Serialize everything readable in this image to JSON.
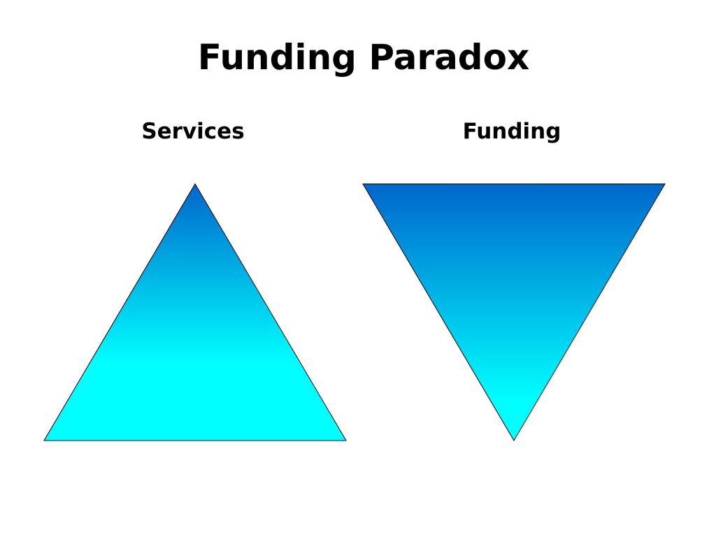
{
  "slide": {
    "title": "Funding Paradox",
    "left_label": "Services",
    "right_label": "Funding"
  },
  "colors": {
    "gradient_dark": "#0066CC",
    "gradient_light": "#00FFFF",
    "outline": "#000000",
    "background": "#FFFFFF"
  }
}
